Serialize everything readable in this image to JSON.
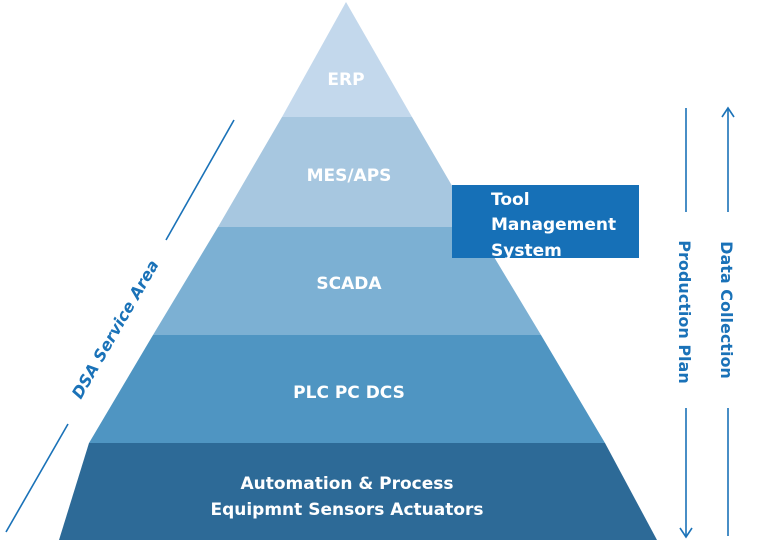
{
  "pyramid": {
    "tiers": [
      {
        "label": "ERP",
        "color": "#c3d8ec"
      },
      {
        "label": "MES/APS",
        "color": "#a7c7e0"
      },
      {
        "label": "SCADA",
        "color": "#7cb0d3"
      },
      {
        "label": "PLC PC DCS",
        "color": "#4f95c2"
      },
      {
        "label_line1": "Automation & Process",
        "label_line2": "Equipmnt Sensors Actuators",
        "color": "#2d6a97"
      }
    ]
  },
  "tool_box": {
    "line1": "Tool",
    "line2": "Management",
    "line3": "System",
    "color": "#1670b7"
  },
  "side_labels": {
    "service_area": "DSA Service Area",
    "production_plan": "Production Plan",
    "data_collection": "Data Collection"
  },
  "accent_color": "#1a72b8"
}
